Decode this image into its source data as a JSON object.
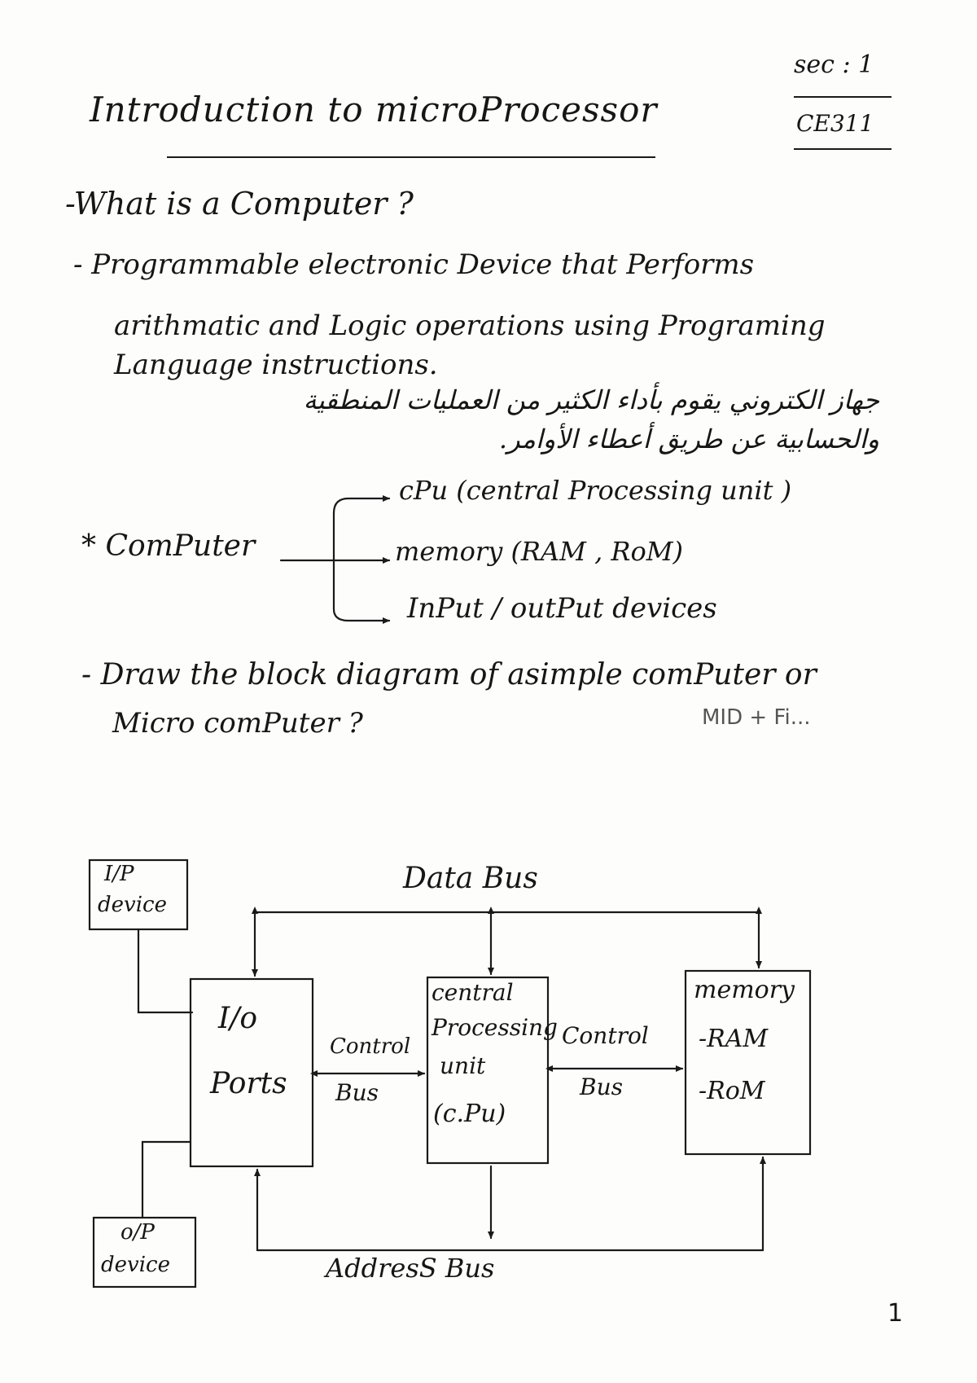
{
  "header": {
    "title": "Introduction to microProcessor",
    "section": "sec : 1",
    "course": "CE311"
  },
  "question1": "-What is a Computer ?",
  "definition": {
    "line1": "- Programmable electronic Device that Performs",
    "line2": "arithmatic and Logic operations using Programing",
    "line3": "Language instructions.",
    "arabic_line1": "جهاز الكتروني يقوم بأداء الكثير من العمليات المنطقية",
    "arabic_line2": "والحسابية عن طريق أعطاء الأوامر."
  },
  "computer_components": {
    "label": "* ComPuter",
    "items": [
      "cPu  (central Processing unit )",
      "memory (RAM , RoM)",
      "InPut / outPut devices"
    ]
  },
  "question2": {
    "line1": "- Draw the block diagram of asimple comPuter or",
    "line2": "Micro comPuter ?",
    "note": "MID + Fi..."
  },
  "diagram": {
    "ip_device": [
      "I/P",
      "device"
    ],
    "op_device": [
      "o/P",
      "device"
    ],
    "io_ports": [
      "I/o",
      "Ports"
    ],
    "cpu": [
      "central",
      "Processing",
      "unit",
      "(c.Pu)"
    ],
    "memory": [
      "memory",
      "-RAM",
      "-RoM"
    ],
    "data_bus": "Data Bus",
    "address_bus": "AddresS Bus",
    "control_bus_left": [
      "Control",
      "Bus"
    ],
    "control_bus_right": [
      "Control",
      "Bus"
    ]
  },
  "page_number": "1"
}
